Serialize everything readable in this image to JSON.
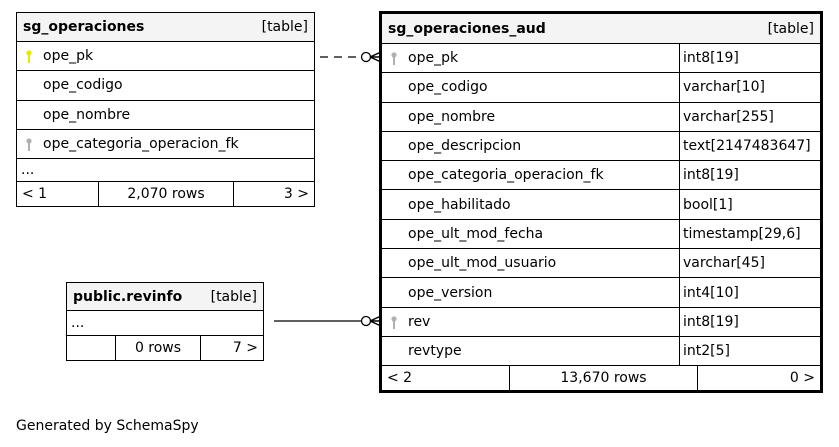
{
  "tables": {
    "t1": {
      "title": "sg_operaciones",
      "kind": "[table]",
      "columns": [
        {
          "name": "ope_pk",
          "key": "pk"
        },
        {
          "name": "ope_codigo",
          "key": ""
        },
        {
          "name": "ope_nombre",
          "key": ""
        },
        {
          "name": "ope_categoria_operacion_fk",
          "key": "fk"
        }
      ],
      "more": "...",
      "footer": {
        "left": "< 1",
        "rows": "2,070 rows",
        "right": "3 >"
      }
    },
    "t2": {
      "title": "sg_operaciones_aud",
      "kind": "[table]",
      "columns": [
        {
          "name": "ope_pk",
          "type": "int8[19]",
          "key": "fk"
        },
        {
          "name": "ope_codigo",
          "type": "varchar[10]",
          "key": ""
        },
        {
          "name": "ope_nombre",
          "type": "varchar[255]",
          "key": ""
        },
        {
          "name": "ope_descripcion",
          "type": "text[2147483647]",
          "key": ""
        },
        {
          "name": "ope_categoria_operacion_fk",
          "type": "int8[19]",
          "key": ""
        },
        {
          "name": "ope_habilitado",
          "type": "bool[1]",
          "key": ""
        },
        {
          "name": "ope_ult_mod_fecha",
          "type": "timestamp[29,6]",
          "key": ""
        },
        {
          "name": "ope_ult_mod_usuario",
          "type": "varchar[45]",
          "key": ""
        },
        {
          "name": "ope_version",
          "type": "int4[10]",
          "key": ""
        },
        {
          "name": "rev",
          "type": "int8[19]",
          "key": "fk"
        },
        {
          "name": "revtype",
          "type": "int2[5]",
          "key": ""
        }
      ],
      "footer": {
        "left": "< 2",
        "rows": "13,670 rows",
        "right": "0 >"
      }
    },
    "t3": {
      "title": "public.revinfo",
      "kind": "[table]",
      "more": "...",
      "footer": {
        "left": "",
        "rows": "0 rows",
        "right": "7 >"
      }
    }
  },
  "colors": {
    "pk": "#e6e600",
    "fk": "#b0b0b0"
  },
  "generated": "Generated by SchemaSpy"
}
